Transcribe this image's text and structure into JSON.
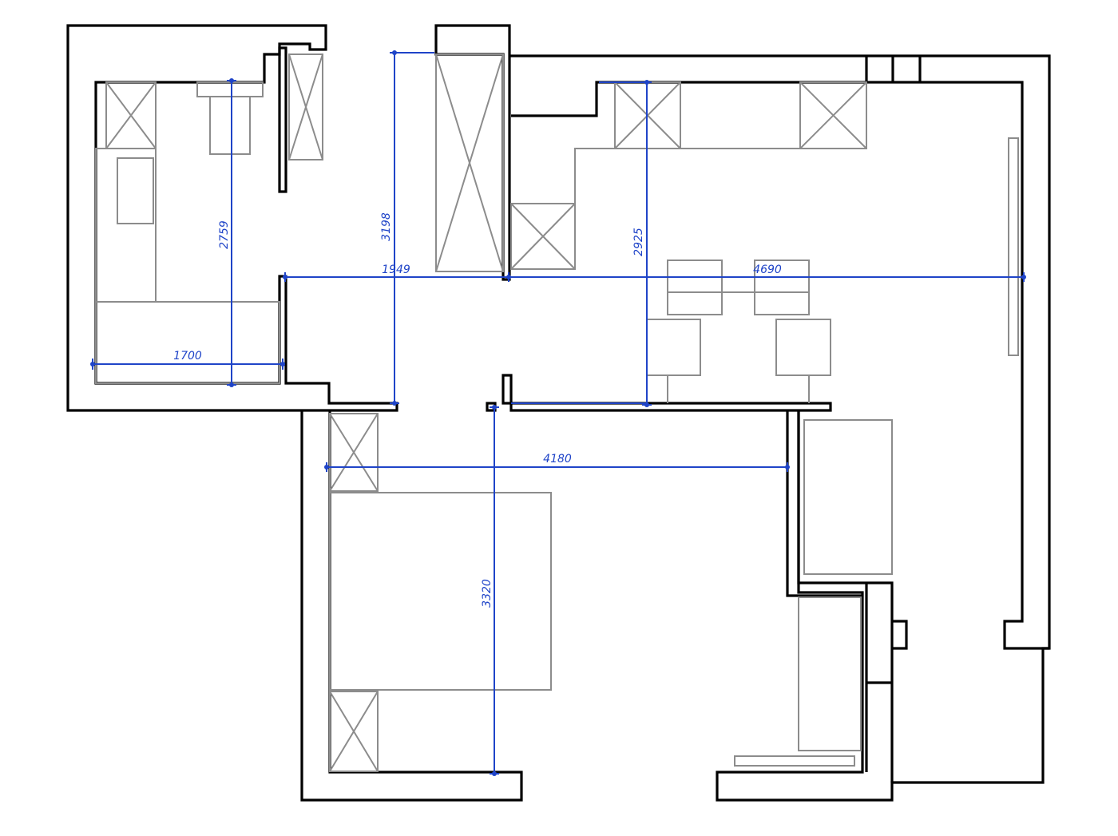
{
  "plan": {
    "dimensions": [
      {
        "id": "d1700",
        "label": "1700"
      },
      {
        "id": "d2759",
        "label": "2759"
      },
      {
        "id": "d3198",
        "label": "3198"
      },
      {
        "id": "d1949",
        "label": "1949"
      },
      {
        "id": "d4690",
        "label": "4690"
      },
      {
        "id": "d2925",
        "label": "2925"
      },
      {
        "id": "d4180",
        "label": "4180"
      },
      {
        "id": "d3320",
        "label": "3320"
      }
    ],
    "colors": {
      "wall": "#000000",
      "furniture": "#8c8c8c",
      "dimension": "#1f44c8"
    }
  }
}
